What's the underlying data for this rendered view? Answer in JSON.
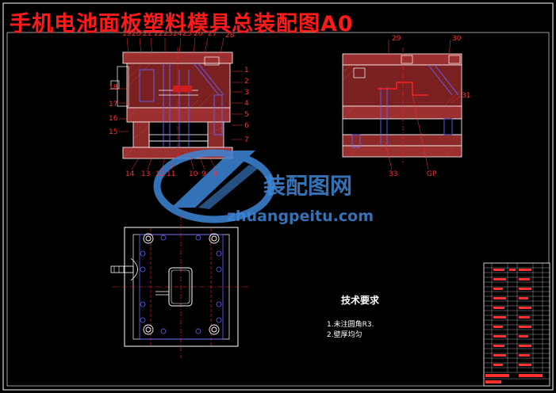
{
  "title": "手机电池面板塑料模具总装配图A0",
  "watermark": {
    "brand": "装配图网",
    "url": "zhuangpeitu.com",
    "color": "#3e86d8"
  },
  "requirements": {
    "heading": "技术要求",
    "items": [
      "1.未注圆角R3.",
      "2.壁厚均匀"
    ]
  },
  "callouts": {
    "left_view": [
      "19",
      "20",
      "21",
      "22",
      "23",
      "24",
      "25",
      "26",
      "27",
      "28",
      "1",
      "2",
      "3",
      "4",
      "5",
      "6",
      "7",
      "18",
      "17",
      "16",
      "15",
      "14",
      "13",
      "12",
      "11",
      "10",
      "9",
      "8"
    ],
    "right_view": [
      "29",
      "30",
      "31",
      "33",
      "GP"
    ]
  },
  "colors": {
    "frame": "#ffffff",
    "section": "#c0392b",
    "outline": "#6464ff",
    "text": "#ff3030",
    "centerline": "#ff2020"
  }
}
